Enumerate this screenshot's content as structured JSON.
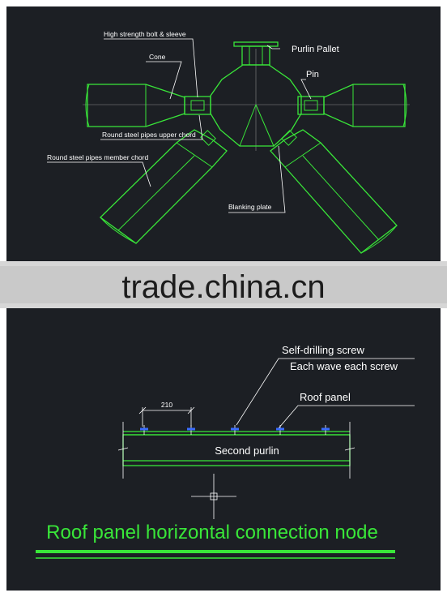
{
  "top_diagram": {
    "labels": {
      "bolt_sleeve": "High strength bolt & sleeve",
      "cone": "Cone",
      "purlin_pallet": "Purlin Pallet",
      "pin": "Pin",
      "upper_chord": "Round steel pipes upper chord",
      "member_chord": "Round steel pipes member chord",
      "blanking_plate": "Blanking plate"
    }
  },
  "watermark": "trade.china.cn",
  "bottom_diagram": {
    "labels": {
      "screw": "Self-drilling screw",
      "screw_note": "Each wave each screw",
      "roof_panel": "Roof panel",
      "dimension": "210",
      "second_purlin": "Second purlin"
    },
    "title": "Roof panel horizontal connection node"
  },
  "colors": {
    "background": "#1c1f24",
    "line": "#39e639",
    "title": "#39e639",
    "screw": "#3a6cff",
    "watermark_band": "#c9c9c9"
  }
}
